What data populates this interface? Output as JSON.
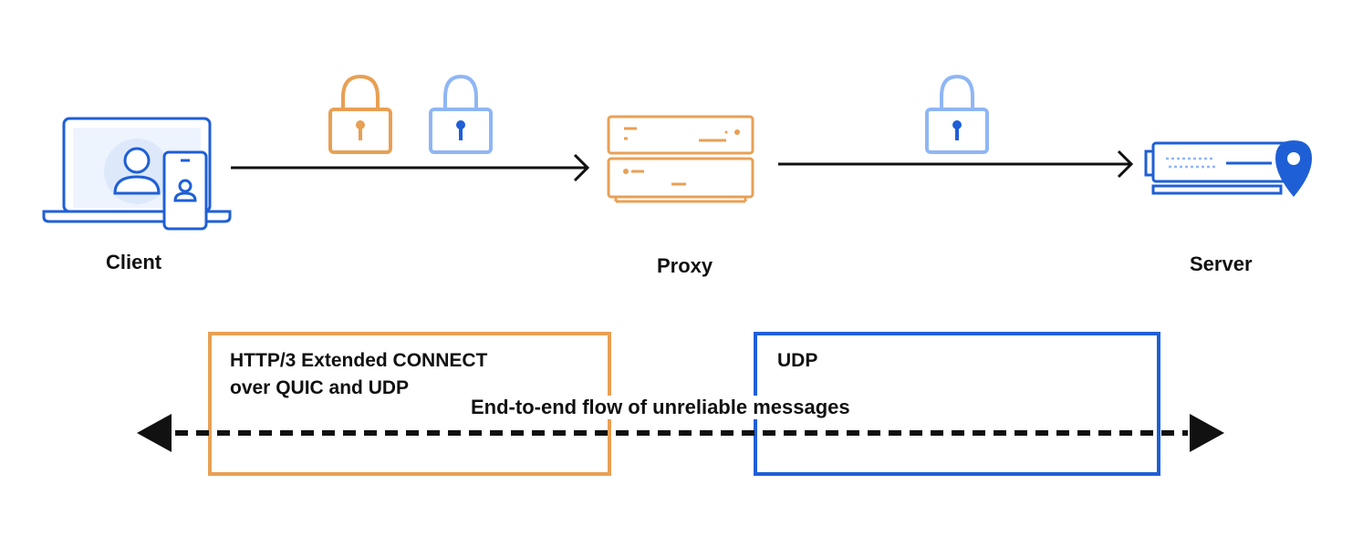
{
  "nodes": {
    "client": {
      "label": "Client"
    },
    "proxy": {
      "label": "Proxy"
    },
    "server": {
      "label": "Server"
    }
  },
  "boxes": {
    "quic": {
      "line1": "HTTP/3 Extended CONNECT",
      "line2": "over QUIC and UDP"
    },
    "udp": {
      "line1": "UDP"
    }
  },
  "flow": {
    "label": "End-to-end flow of unreliable messages"
  },
  "colors": {
    "orange": "#e8a054",
    "light_blue": "#8fb6f5",
    "blue": "#1f5fd6",
    "dark": "#111111"
  },
  "icons": {
    "client": "laptop-phone-user-icon",
    "proxy": "proxy-server-icon",
    "server": "server-location-icon",
    "lock_client_outer": "lock-orange-icon",
    "lock_client_inner": "lock-light-blue-icon",
    "lock_proxy_server": "lock-light-blue-icon"
  }
}
